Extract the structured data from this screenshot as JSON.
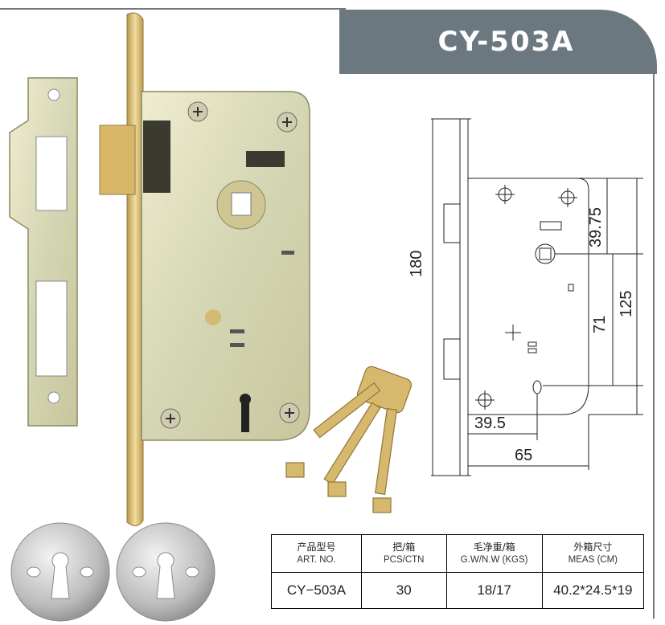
{
  "model": "CY-503A",
  "dimensions": {
    "height_total": "180",
    "backset": "39.5",
    "case_width": "65",
    "top_to_spindle": "39.75",
    "spindle_to_keyhole": "71",
    "case_height": "125"
  },
  "table": {
    "headers": [
      {
        "cn": "产品型号",
        "en": "ART. NO."
      },
      {
        "cn": "把/箱",
        "en": "PCS/CTN"
      },
      {
        "cn": "毛净重/箱",
        "en": "G.W/N.W (KGS)"
      },
      {
        "cn": "外箱尺寸",
        "en": "MEAS (CM)"
      }
    ],
    "row": [
      "CY−503A",
      "30",
      "18/17",
      "40.2*24.5*19"
    ]
  },
  "colors": {
    "banner": "#6b7880",
    "zinc": "#d8d5a8",
    "brass": "#c9ae6a"
  }
}
